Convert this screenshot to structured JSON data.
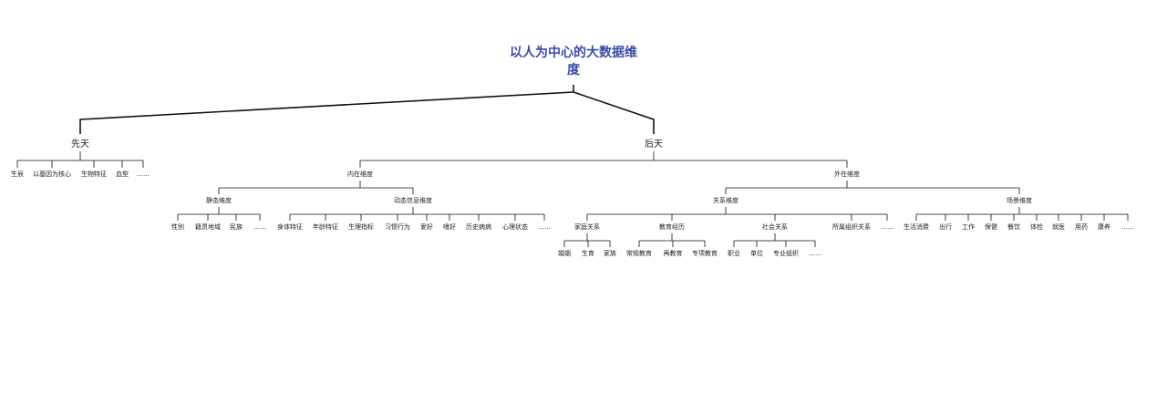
{
  "root": {
    "label_line1": "以人为中心的大数据维",
    "label_line2": "度"
  },
  "innate": {
    "label": "先天",
    "leaves": [
      "生辰",
      "以基因为核心",
      "生物特征",
      "血型",
      "……"
    ]
  },
  "acquired": {
    "label": "后天",
    "internal": {
      "label": "内在维度",
      "static": {
        "label": "静态维度",
        "leaves": [
          "性别",
          "籍贯地域",
          "民族",
          "……"
        ]
      },
      "dynamic": {
        "label": "动态信息维度",
        "leaves": [
          "身体特征",
          "年龄特征",
          "生理指标",
          "习惯行为",
          "爱好",
          "嗜好",
          "历史病病",
          "心理状态",
          "……"
        ]
      }
    },
    "external": {
      "label": "外在维度",
      "relations": {
        "label": "关系维度",
        "family": {
          "label": "家庭关系",
          "leaves": [
            "婚姻",
            "生育",
            "家族"
          ]
        },
        "education": {
          "label": "教育经历",
          "leaves": [
            "常规教育",
            "再教育",
            "专项教育"
          ]
        },
        "social": {
          "label": "社会关系",
          "leaves": [
            "职业",
            "单位",
            "专业组织",
            "……"
          ]
        },
        "org": {
          "label": "所属组织关系"
        },
        "more": "……"
      },
      "scenes": {
        "label": "场景维度",
        "leaves": [
          "生活消费",
          "出行",
          "工作",
          "保健",
          "餐饮",
          "体检",
          "就医",
          "用药",
          "康养",
          "……"
        ]
      }
    }
  }
}
